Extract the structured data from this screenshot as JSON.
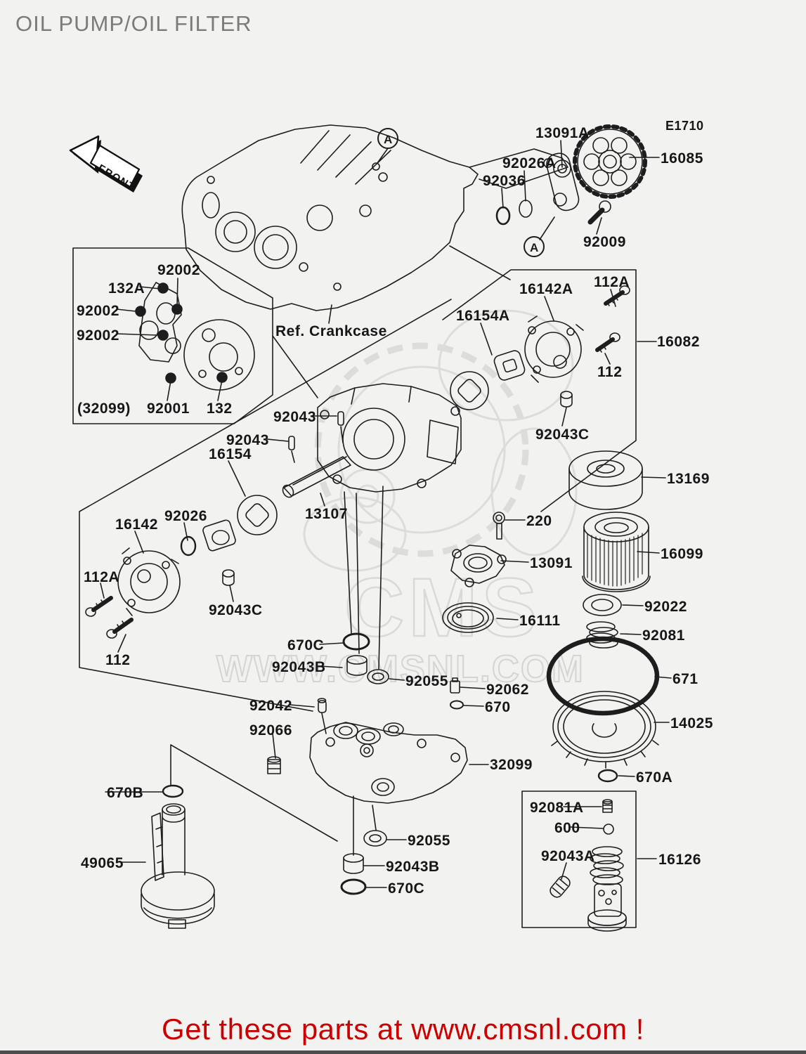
{
  "page": {
    "title": "OIL PUMP/OIL FILTER",
    "front_marker": "FRONT",
    "detail_marker": "A",
    "footer_text": "Get these parts at www.cmsnl.com !",
    "accent_color": "#cc0000",
    "line_color": "#1d1d1d",
    "background_color": "#f2f2f1"
  },
  "watermark": {
    "logo_text": "CMS",
    "url_text": "WWW.CMSNL.COM"
  },
  "parts": [
    {
      "label": "13091A"
    },
    {
      "label": "E1710"
    },
    {
      "label": "16085"
    },
    {
      "label": "92026A"
    },
    {
      "label": "92036"
    },
    {
      "label": "92009"
    },
    {
      "label": "92002"
    },
    {
      "label": "132A"
    },
    {
      "label": "92002"
    },
    {
      "label": "92002"
    },
    {
      "label": "(32099)"
    },
    {
      "label": "92001"
    },
    {
      "label": "132"
    },
    {
      "label": "Ref. Crankcase"
    },
    {
      "label": "16142A"
    },
    {
      "label": "112A"
    },
    {
      "label": "16154A"
    },
    {
      "label": "112"
    },
    {
      "label": "16082"
    },
    {
      "label": "92043C"
    },
    {
      "label": "92043"
    },
    {
      "label": "92043"
    },
    {
      "label": "16154"
    },
    {
      "label": "13107"
    },
    {
      "label": "92026"
    },
    {
      "label": "16142"
    },
    {
      "label": "112A"
    },
    {
      "label": "92043C"
    },
    {
      "label": "112"
    },
    {
      "label": "220"
    },
    {
      "label": "13091"
    },
    {
      "label": "13169"
    },
    {
      "label": "16099"
    },
    {
      "label": "92022"
    },
    {
      "label": "92081"
    },
    {
      "label": "16111"
    },
    {
      "label": "671"
    },
    {
      "label": "14025"
    },
    {
      "label": "670A"
    },
    {
      "label": "670C"
    },
    {
      "label": "92043B"
    },
    {
      "label": "92055"
    },
    {
      "label": "92062"
    },
    {
      "label": "92042"
    },
    {
      "label": "670"
    },
    {
      "label": "92066"
    },
    {
      "label": "32099"
    },
    {
      "label": "670B"
    },
    {
      "label": "49065"
    },
    {
      "label": "92055"
    },
    {
      "label": "92043B"
    },
    {
      "label": "670C"
    },
    {
      "label": "92081A"
    },
    {
      "label": "600"
    },
    {
      "label": "92043A"
    },
    {
      "label": "16126"
    }
  ]
}
